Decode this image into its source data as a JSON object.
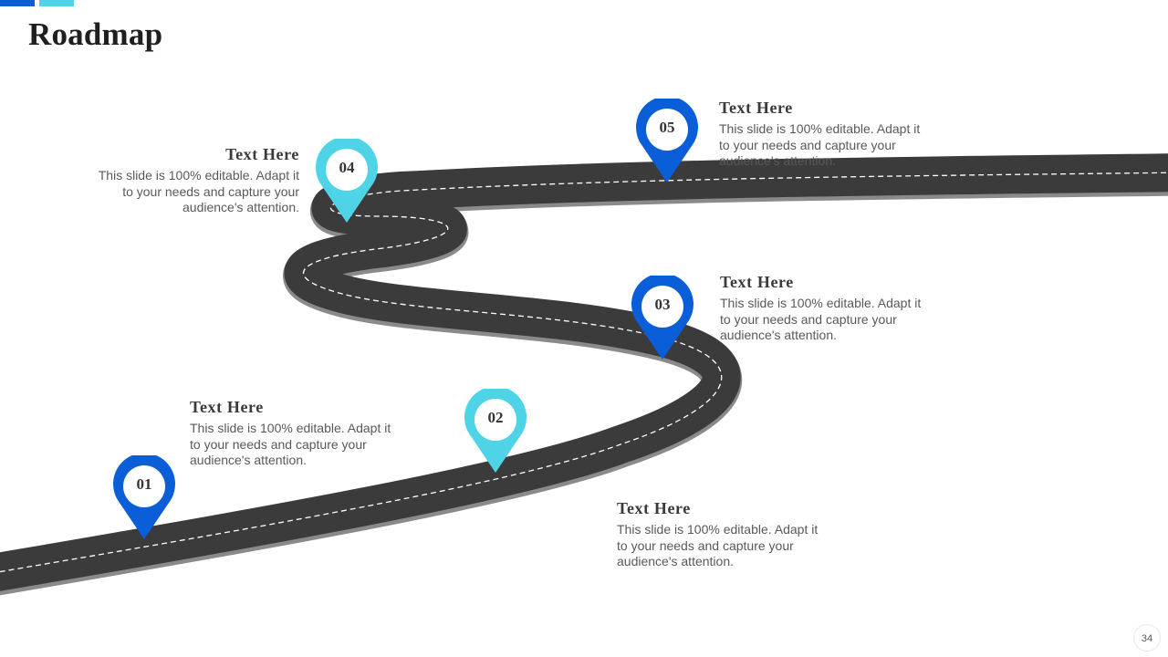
{
  "slide": {
    "title": "Roadmap",
    "page_number": "34"
  },
  "colors": {
    "accent_dark": "#0a5ed7",
    "accent_light": "#4fd3e6",
    "road": "#3b3b3b",
    "road_shadow": "#8a8a8a",
    "lane": "#ffffff"
  },
  "pins": [
    {
      "number": "01",
      "color": "#0a5ed7"
    },
    {
      "number": "02",
      "color": "#4fd3e6"
    },
    {
      "number": "03",
      "color": "#0a5ed7"
    },
    {
      "number": "04",
      "color": "#4fd3e6"
    },
    {
      "number": "05",
      "color": "#0a5ed7"
    }
  ],
  "milestones": [
    {
      "heading": "Text Here",
      "body": "This slide is 100% editable. Adapt it to your needs and capture your audience's attention."
    },
    {
      "heading": "Text Here",
      "body": "This slide is 100% editable. Adapt it to your needs and capture your audience's attention."
    },
    {
      "heading": "Text Here",
      "body": "This slide is 100% editable. Adapt it to your needs and capture your audience's attention."
    },
    {
      "heading": "Text Here",
      "body": "This slide is 100% editable. Adapt it to your needs and capture your audience's attention."
    },
    {
      "heading": "Text Here",
      "body": "This slide is 100% editable. Adapt it to your needs and capture your audience's attention."
    }
  ],
  "icons": {
    "pin": "map-pin-icon",
    "road": "road-graphic"
  }
}
